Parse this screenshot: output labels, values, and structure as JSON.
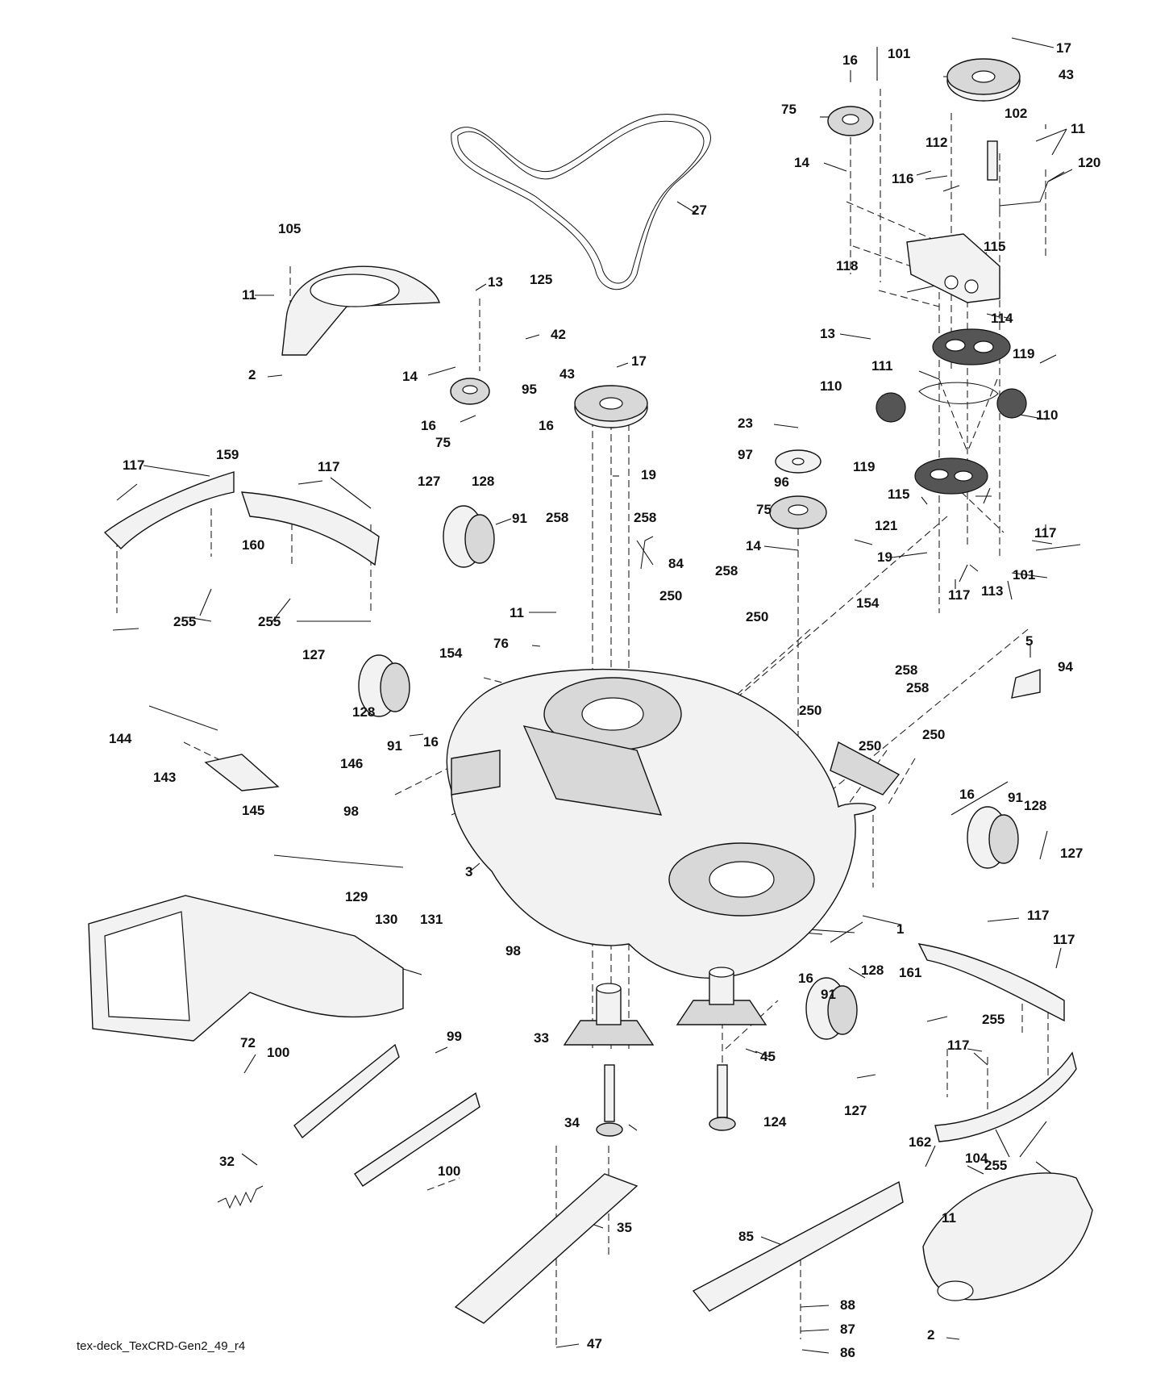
{
  "caption": "tex-deck_TexCRD-Gen2_49_r4",
  "callouts": [
    "1",
    "2",
    "2",
    "3",
    "5",
    "11",
    "11",
    "11",
    "11",
    "13",
    "13",
    "14",
    "14",
    "14",
    "16",
    "16",
    "16",
    "16",
    "16",
    "16",
    "17",
    "17",
    "19",
    "19",
    "23",
    "27",
    "32",
    "33",
    "34",
    "35",
    "42",
    "43",
    "43",
    "45",
    "47",
    "72",
    "75",
    "75",
    "75",
    "76",
    "84",
    "85",
    "86",
    "87",
    "88",
    "91",
    "91",
    "91",
    "91",
    "94",
    "95",
    "96",
    "97",
    "98",
    "98",
    "99",
    "100",
    "100",
    "101",
    "101",
    "102",
    "104",
    "105",
    "110",
    "110",
    "111",
    "112",
    "113",
    "114",
    "115",
    "115",
    "116",
    "117",
    "117",
    "117",
    "117",
    "117",
    "117",
    "117",
    "118",
    "119",
    "119",
    "120",
    "121",
    "124",
    "125",
    "127",
    "127",
    "127",
    "127",
    "128",
    "128",
    "128",
    "128",
    "129",
    "130",
    "131",
    "143",
    "144",
    "145",
    "146",
    "154",
    "154",
    "159",
    "160",
    "161",
    "162",
    "250",
    "250",
    "250",
    "250",
    "250",
    "255",
    "255",
    "255",
    "255",
    "258",
    "258",
    "258",
    "258",
    "258"
  ]
}
